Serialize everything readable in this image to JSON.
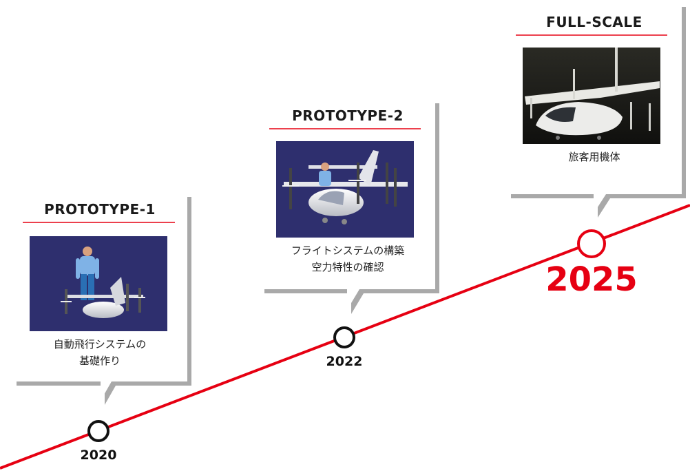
{
  "colors": {
    "accent": "#e60012",
    "milestone_ring": "#111111",
    "card_shadow": "#a9a9a9",
    "image_backdrop": "#2e2f6e",
    "photo_backdrop": "#1f1f1c"
  },
  "milestones": [
    {
      "year": "2020",
      "title": "PROTOTYPE-1",
      "description": [
        "自動飛行システムの",
        "基礎作り"
      ],
      "image_icon": "prototype-1-aircraft-render-icon"
    },
    {
      "year": "2022",
      "title": "PROTOTYPE-2",
      "description": [
        "フライトシステムの構築",
        "空力特性の確認"
      ],
      "image_icon": "prototype-2-aircraft-render-icon"
    },
    {
      "year": "2025",
      "title": "FULL-SCALE",
      "description": [
        "旅客用機体"
      ],
      "image_icon": "full-scale-aircraft-photo-icon"
    }
  ]
}
